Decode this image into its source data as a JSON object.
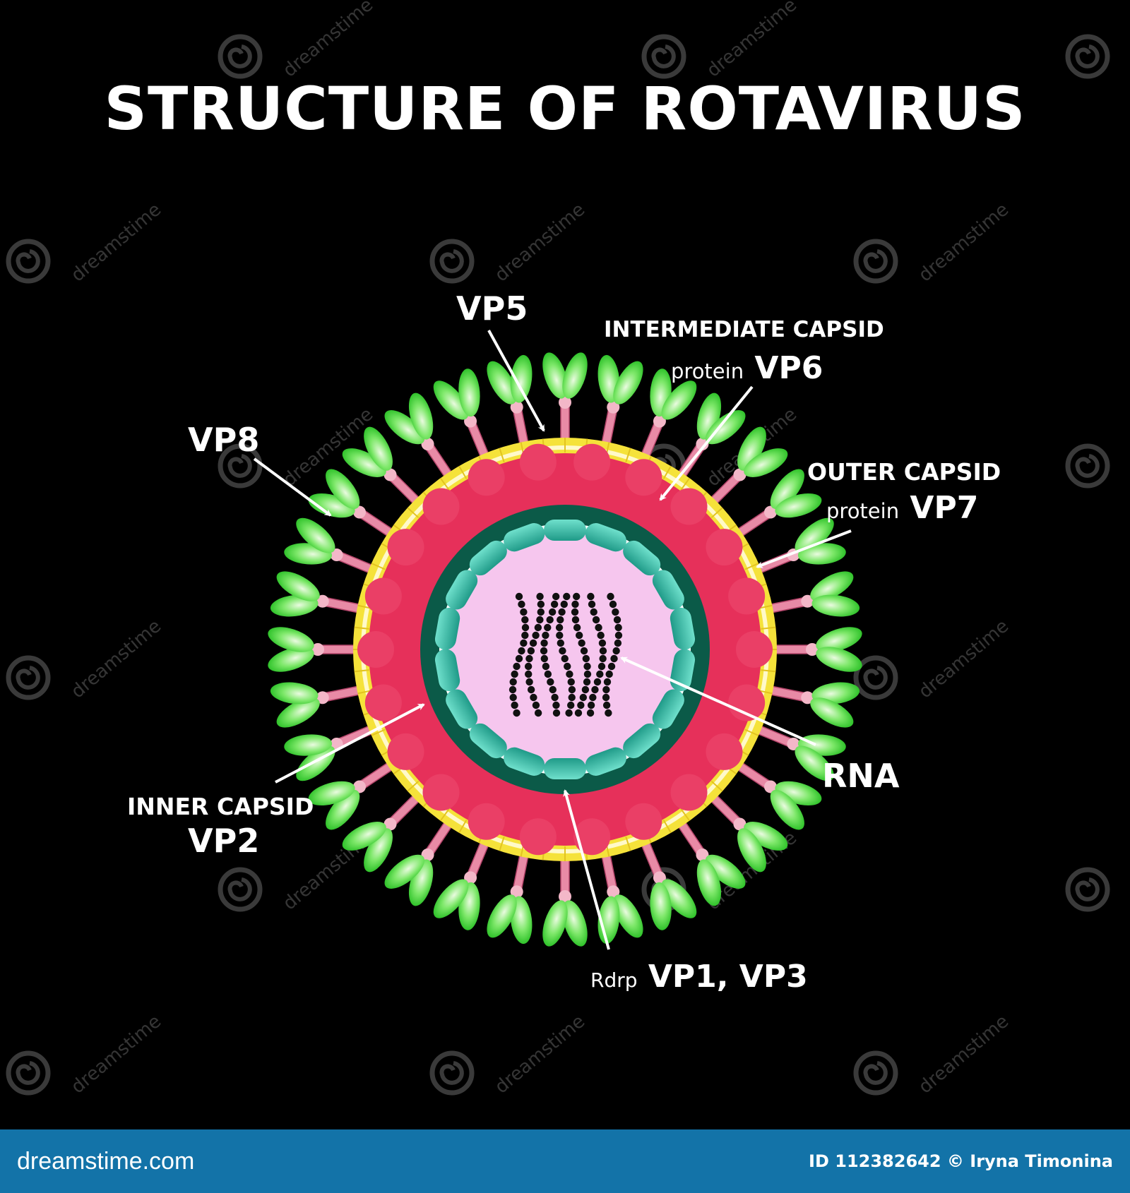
{
  "title": "STRUCTURE OF ROTAVIRUS",
  "labels": {
    "vp5": "VP5",
    "vp8": "VP8",
    "intermediate_line1": "INTERMEDIATE CAPSID",
    "intermediate_prefix": "protein",
    "intermediate_vp": "VP6",
    "outer_line1": "OUTER CAPSID",
    "outer_prefix": "protein",
    "outer_vp": "VP7",
    "rna": "RNA",
    "inner_line1": "INNER CAPSID",
    "inner_vp": "VP2",
    "rdrp_prefix": "Rdrp",
    "rdrp_vp": "VP1, VP3"
  },
  "watermark": {
    "text": "dreamstime"
  },
  "footer": {
    "brand": "dreamstime.com",
    "id_text": "ID 112382642 © Iryna Timonina"
  },
  "colors": {
    "background": "#000000",
    "outer_capsid": "#f5e23a",
    "intermediate_capsid": "#e6305a",
    "inner_capsid": "#0b5a48",
    "core": "#f6c6ee",
    "rdrp": "#2fb9a3",
    "spike_leaf": "#4fe04a",
    "spike_stem": "#e88aa6",
    "footer_bar": "#1373a8"
  }
}
